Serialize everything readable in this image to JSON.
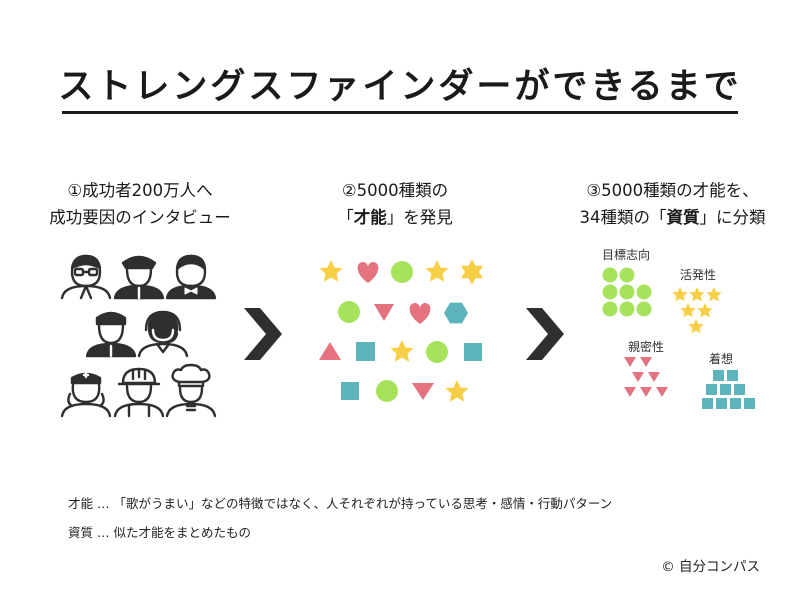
{
  "title": "ストレングスファインダーができるまで",
  "steps": [
    {
      "line1": "①成功者200万人へ",
      "line2": "成功要因のインタビュー"
    },
    {
      "line1": "②5000種類の",
      "line2_pre": "「",
      "line2_bold": "才能",
      "line2_post": "」を発見"
    },
    {
      "line1": "③5000種類の才能を、",
      "line2_pre": "34種類の「",
      "line2_bold": "資質",
      "line2_post": "」に分類"
    }
  ],
  "groups": {
    "g1": "目標志向",
    "g2": "活発性",
    "g3": "親密性",
    "g4": "着想"
  },
  "colors": {
    "yellow": "#f7cf47",
    "pink": "#e4727f",
    "green": "#a6e35b",
    "teal": "#5eb4bd",
    "dark": "#2f2f2f"
  },
  "notes": [
    "才能 … 「歌がうまい」などの特徴ではなく、人それぞれが持っている思考・感情・行動パターン",
    "資質 … 似た才能をまとめたもの"
  ],
  "copyright": "© 自分コンパス"
}
